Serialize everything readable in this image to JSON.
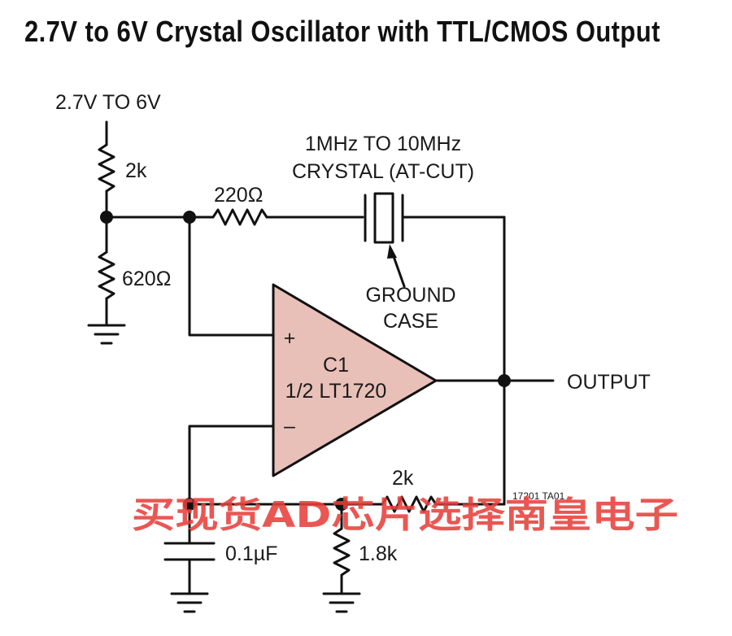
{
  "title": "2.7V to 6V Crystal Oscillator with TTL/CMOS Output",
  "supply_label": "2.7V TO 6V",
  "components": {
    "r_top": "2k",
    "r_bottom": "620Ω",
    "r_series": "220Ω",
    "crystal_line1": "1MHz TO 10MHz",
    "crystal_line2": "CRYSTAL (AT-CUT)",
    "ground_case_line1": "GROUND",
    "ground_case_line2": "CASE",
    "comparator_name": "C1",
    "comparator_part": "1/2 LT1720",
    "plus": "+",
    "minus": "–",
    "r_feedback": "2k",
    "capacitor": "0.1µF",
    "r_ground": "1.8k"
  },
  "output_label": "OUTPUT",
  "figure_id": "17201 TA01",
  "watermark": "买现货AD芯片选择南皇电子",
  "colors": {
    "amp_fill": "#e8c0b8",
    "watermark": "#e8403c"
  }
}
